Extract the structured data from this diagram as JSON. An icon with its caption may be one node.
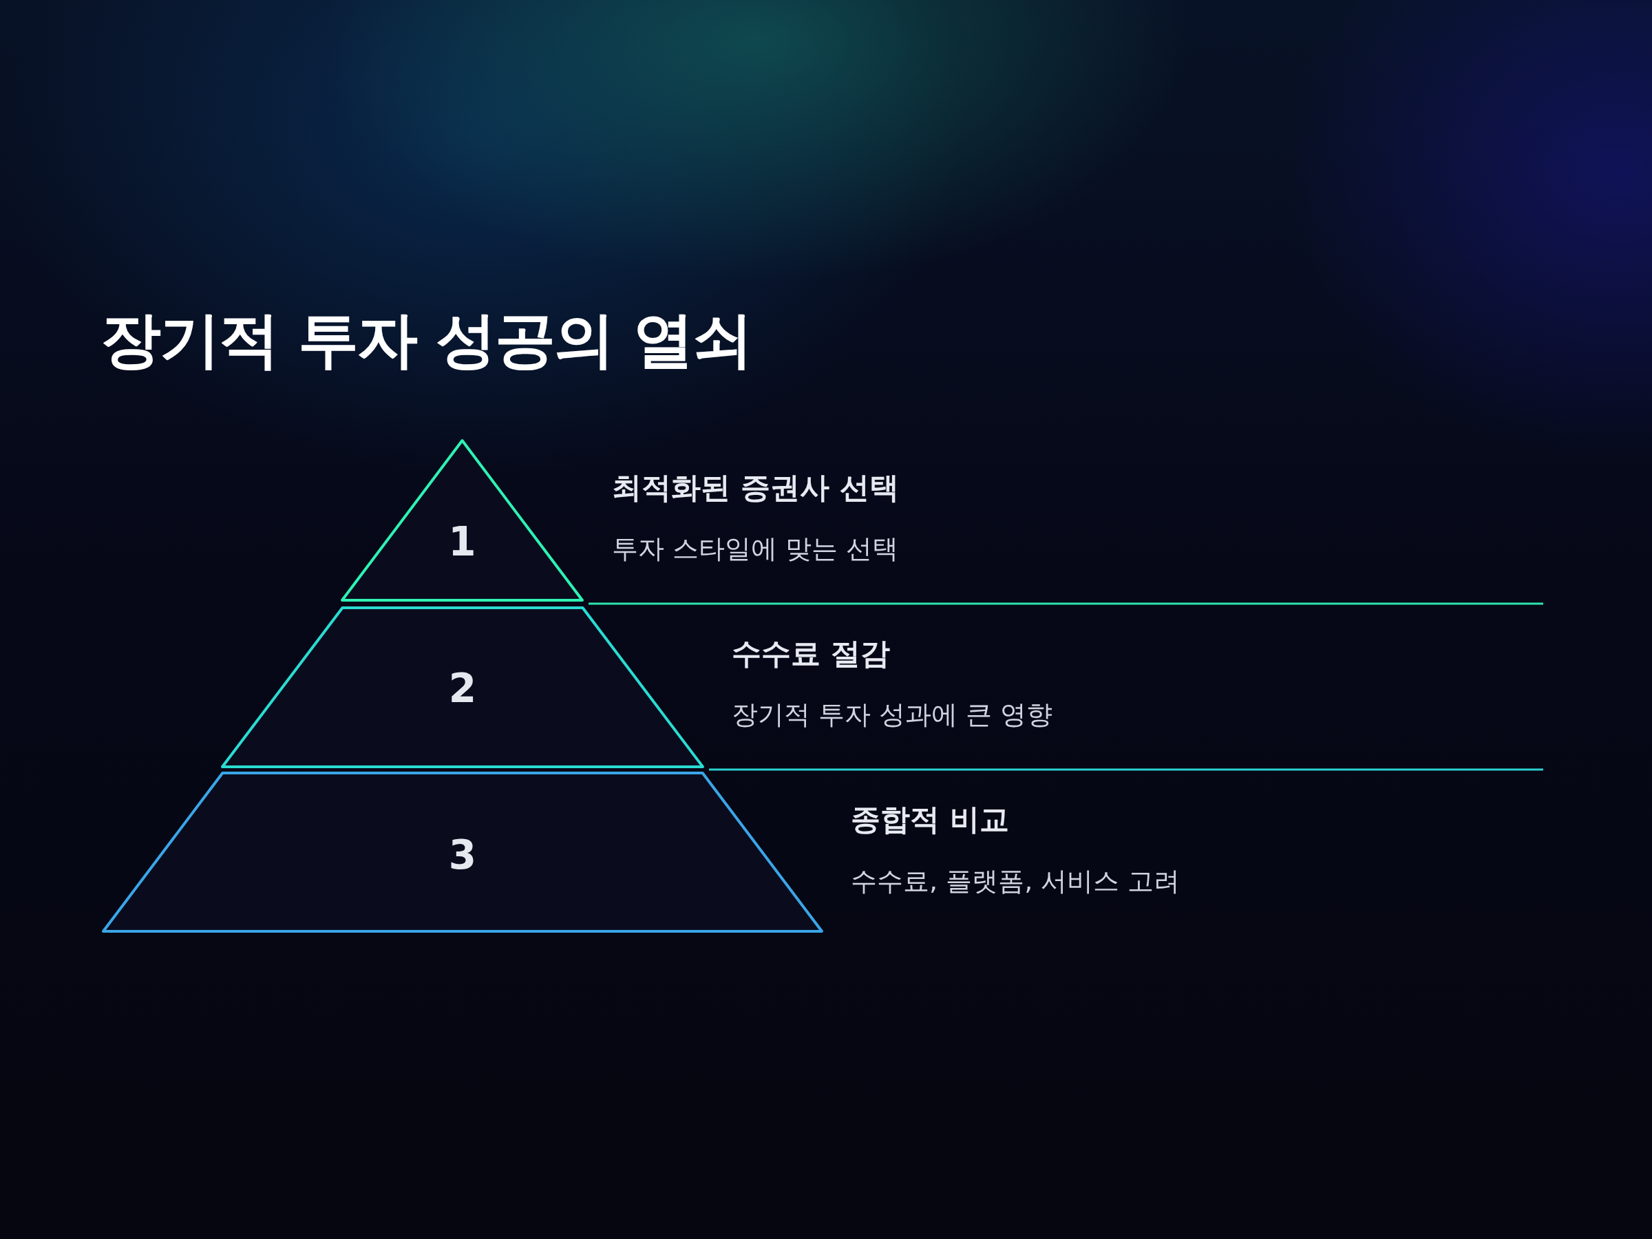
{
  "diagram": {
    "title": "장기적 투자 성공의 열쇠",
    "nodes": [
      {
        "text": [
          "1"
        ],
        "beside": [
          "최적화된 증권사 선택",
          "투자 스타일에 맞는 선택"
        ]
      },
      {
        "text": [
          "2"
        ],
        "beside": [
          "수수료 절감",
          "장기적 투자 성과에 큰 영향"
        ]
      },
      {
        "text": [
          "3"
        ],
        "beside": [
          "종합적 비교",
          "수수료, 플랫폼, 서비스 고려"
        ]
      }
    ]
  }
}
